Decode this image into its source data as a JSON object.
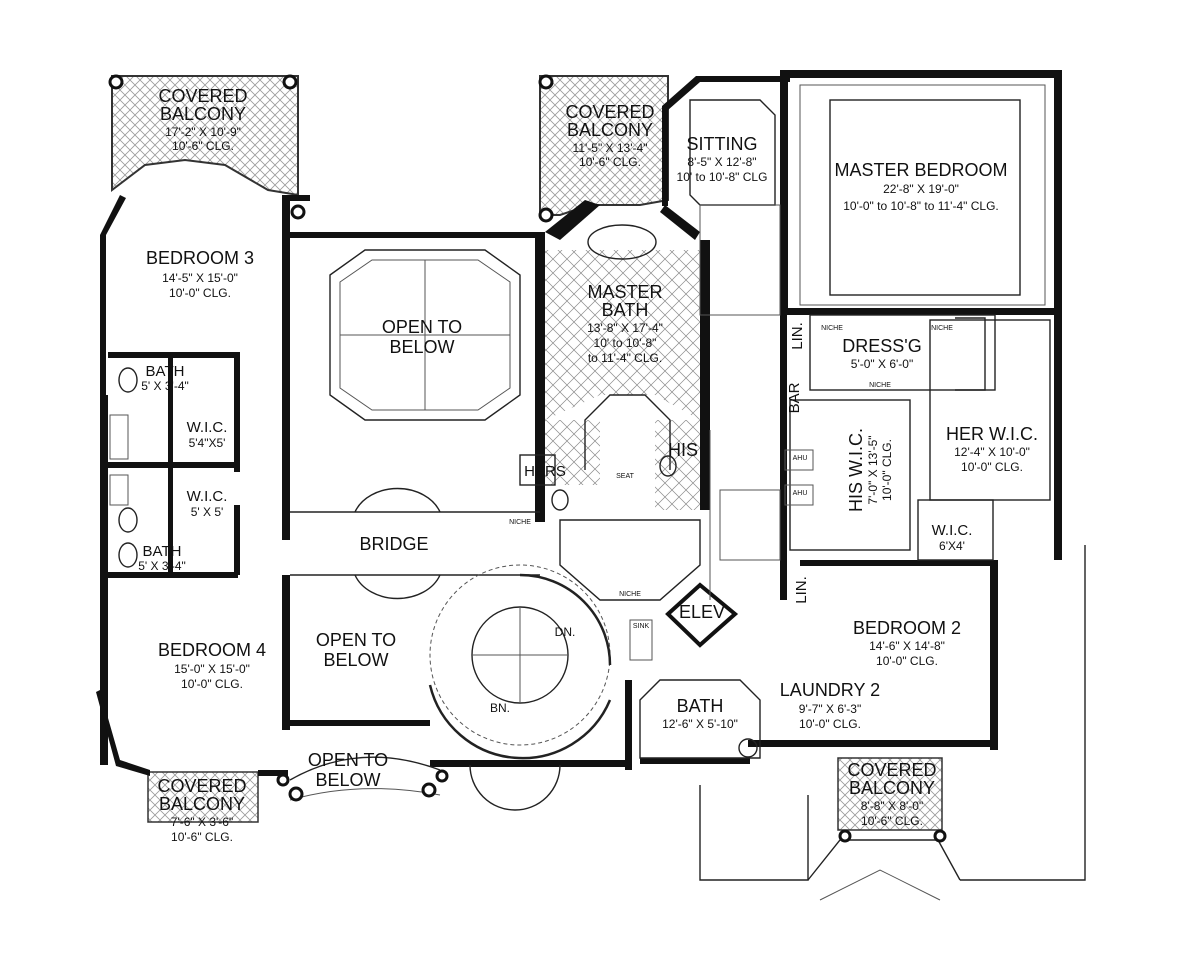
{
  "rooms": {
    "covered_balcony_left": {
      "name": [
        "COVERED",
        "BALCONY"
      ],
      "size": "17'-2\" X 10'-9\"",
      "clg": "10'-6\" CLG."
    },
    "covered_balcony_center": {
      "name": [
        "COVERED",
        "BALCONY"
      ],
      "size": "11'-5\" X 13'-4\"",
      "clg": "10'-6\" CLG."
    },
    "sitting": {
      "name": "SITTING",
      "size": "8'-5\" X 12'-8\"",
      "clg": "10' to 10'-8\" CLG"
    },
    "master_bedroom": {
      "name": "MASTER BEDROOM",
      "size": "22'-8\" X 19'-0\"",
      "clg": "10'-0\" to 10'-8\" to 11'-4\" CLG."
    },
    "bedroom_3": {
      "name": "BEDROOM 3",
      "size": "14'-5\" X 15'-0\"",
      "clg": "10'-0\" CLG."
    },
    "open_below_1": {
      "name": [
        "OPEN TO",
        "BELOW"
      ]
    },
    "master_bath": {
      "name": [
        "MASTER",
        "BATH"
      ],
      "size": "13'-8\" X 17'-4\"",
      "clg": [
        "10' to 10'-8\"",
        "to 11'-4\" CLG."
      ]
    },
    "dressing": {
      "name": "DRESS'G",
      "size": "5'-0\" X 6'-0\""
    },
    "bath_1": {
      "name": "BATH",
      "size": "5' X 3'-4\""
    },
    "wic_1": {
      "name": "W.I.C.",
      "size": "5'4\"X5'"
    },
    "wic_2": {
      "name": "W.I.C.",
      "size": "5' X 5'"
    },
    "bath_2": {
      "name": "BATH",
      "size": "5' X 3'-4\""
    },
    "her_wic": {
      "name": "HER W.I.C.",
      "size": "12'-4\" X 10'-0\"",
      "clg": "10'-0\" CLG."
    },
    "his_wic": {
      "name": "HIS W.I.C.",
      "size": "7'-0\" X 13'-5\"",
      "clg": "10'-0\" CLG."
    },
    "wic_3": {
      "name": "W.I.C.",
      "size": "6'X4'"
    },
    "bridge": {
      "name": "BRIDGE"
    },
    "bedroom_4": {
      "name": "BEDROOM 4",
      "size": "15'-0\" X 15'-0\"",
      "clg": "10'-0\" CLG."
    },
    "open_below_2": {
      "name": [
        "OPEN TO",
        "BELOW"
      ]
    },
    "open_below_3": {
      "name": [
        "OPEN TO",
        "BELOW"
      ]
    },
    "bedroom_2": {
      "name": "BEDROOM 2",
      "size": "14'-6\" X 14'-8\"",
      "clg": "10'-0\" CLG."
    },
    "laundry_2": {
      "name": "LAUNDRY 2",
      "size": "9'-7\" X 6'-3\"",
      "clg": "10'-0\" CLG."
    },
    "bath_3": {
      "name": "BATH",
      "size": "12'-6\" X 5'-10\""
    },
    "covered_balcony_bottom_left": {
      "name": [
        "COVERED",
        "BALCONY"
      ],
      "size": "7'-6\" X 3'-6\"",
      "clg": "10'-6\" CLG."
    },
    "covered_balcony_bottom_right": {
      "name": [
        "COVERED",
        "BALCONY"
      ],
      "size": "8'-8\" X 8'-0\"",
      "clg": "10'-6\" CLG."
    }
  },
  "tags": {
    "hers": "HERS",
    "his": "HIS",
    "seat": "SEAT",
    "elev": "ELEV",
    "bar": "BAR",
    "lin_1": "LIN.",
    "lin_2": "LIN.",
    "dn": "DN.",
    "bn": "BN.",
    "niche": "NICHE",
    "ahu": "AHU",
    "sink": "SINK"
  }
}
